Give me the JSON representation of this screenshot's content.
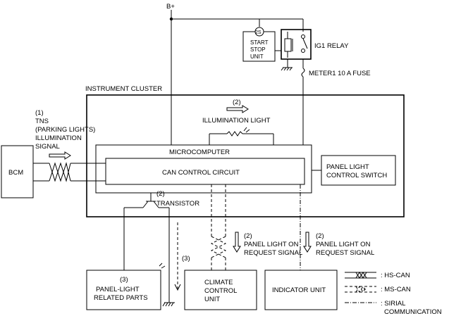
{
  "labels": {
    "supply": "B+",
    "start_stop_unit": [
      "START",
      "STOP",
      "UNIT"
    ],
    "ig1_relay": "IG1 RELAY",
    "fuse": "METER1 10 A FUSE",
    "instrument_cluster": "INSTRUMENT CLUSTER",
    "tns_signal": [
      "(1)",
      "TNS",
      "(PARKING LIGHTS)",
      "ILLUMINATION",
      "SIGNAL"
    ],
    "illumination_light_num": "(2)",
    "illumination_light": "ILLUMINATION LIGHT",
    "microcomputer": "MICROCOMPUTER",
    "can_control_circuit": "CAN CONTROL CIRCUIT",
    "bcm": "BCM",
    "panel_light_switch": [
      "PANEL LIGHT",
      "CONTROL SWITCH"
    ],
    "transistor_num": "(2)",
    "transistor": "TRANSISTOR",
    "panel_light_request_1": [
      "(2)",
      "PANEL LIGHT ON",
      "REQUEST SIGNAL"
    ],
    "panel_light_request_2": [
      "(2)",
      "PANEL LIGHT ON",
      "REQUEST SIGNAL"
    ],
    "panel_light_parts_num": "(3)",
    "ground_label_num": "(3)",
    "panel_light_parts": [
      "PANEL-LIGHT",
      "RELATED PARTS"
    ],
    "climate_control_unit": [
      "CLIMATE",
      "CONTROL",
      "UNIT"
    ],
    "indicator_unit": "INDICATOR UNIT",
    "start_stop_symbol": "2S"
  },
  "legend": {
    "hs_can": ": HS-CAN",
    "ms_can": ": MS-CAN",
    "serial": [
      ": SIRIAL",
      "COMMUNICATION"
    ]
  }
}
